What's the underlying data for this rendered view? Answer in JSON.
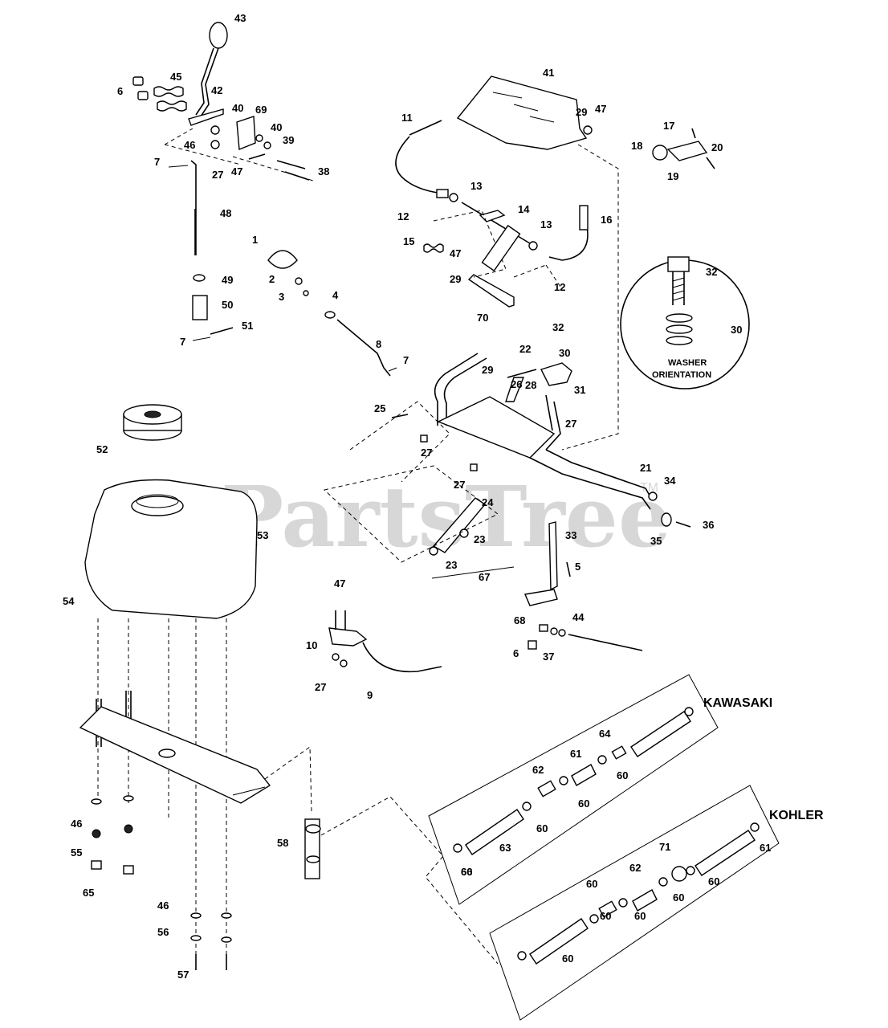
{
  "watermark": {
    "text": "PartsTree",
    "trademark": "TM"
  },
  "engine_labels": {
    "kawasaki": "KAWASAKI",
    "kohler": "KOHLER"
  },
  "washer_note": {
    "line1": "WASHER",
    "line2": "ORIENTATION"
  },
  "callouts": [
    "43",
    "45",
    "6",
    "42",
    "40",
    "69",
    "46",
    "40",
    "39",
    "27",
    "47",
    "38",
    "7",
    "48",
    "1",
    "2",
    "3",
    "4",
    "49",
    "50",
    "7",
    "51",
    "8",
    "7",
    "41",
    "29",
    "47",
    "11",
    "13",
    "12",
    "14",
    "13",
    "16",
    "15",
    "47",
    "29",
    "12",
    "70",
    "17",
    "18",
    "19",
    "20",
    "32",
    "30",
    "22",
    "32",
    "30",
    "29",
    "26",
    "28",
    "31",
    "25",
    "27",
    "27",
    "27",
    "24",
    "21",
    "34",
    "35",
    "36",
    "23",
    "23",
    "67",
    "33",
    "5",
    "68",
    "6",
    "44",
    "37",
    "47",
    "10",
    "27",
    "9",
    "52",
    "53",
    "54",
    "46",
    "55",
    "65",
    "46",
    "56",
    "57",
    "58",
    "64",
    "61",
    "62",
    "60",
    "60",
    "60",
    "60",
    "63",
    "60",
    "66",
    "59",
    "71",
    "62",
    "60",
    "60",
    "60",
    "60",
    "60",
    "61",
    "60"
  ]
}
